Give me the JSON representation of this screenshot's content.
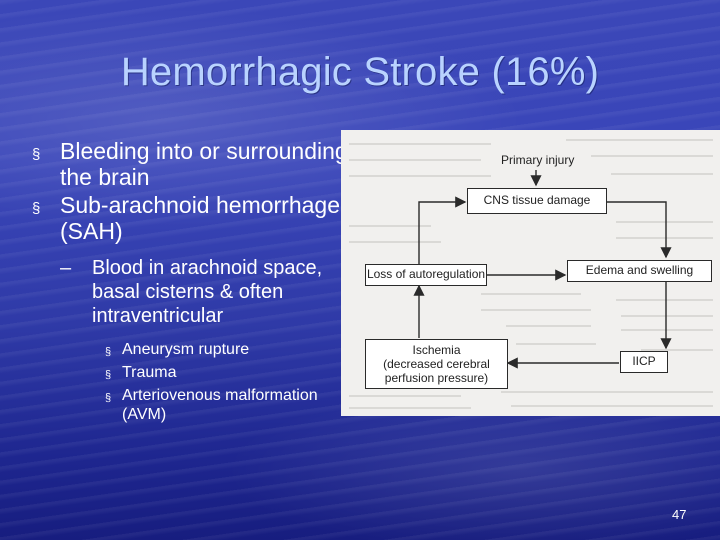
{
  "slide": {
    "title": "Hemorrhagic Stroke (16%)",
    "page_number": "47",
    "bullet_marker": "§",
    "dash_marker": "–",
    "bullets": [
      {
        "text": "Bleeding into or surrounding the brain"
      },
      {
        "text": "Sub-arachnoid hemorrhage (SAH)"
      }
    ],
    "sub_bullet": "Blood in arachnoid space, basal cisterns & often intraventricular",
    "sub_sub_bullets": [
      "Aneurysm rupture",
      "Trauma",
      "Arteriovenous malformation (AVM)"
    ]
  },
  "figure": {
    "primary_label": "Primary injury",
    "boxes": {
      "cns": "CNS tissue damage",
      "edema": "Edema and swelling",
      "iicp": "IICP",
      "ischemia": "Ischemia (decreased cerebral perfusion pressure)",
      "loss": "Loss of autoregulation"
    },
    "ischemia_lines": [
      "Ischemia",
      "(decreased cerebral",
      "perfusion pressure)"
    ]
  }
}
